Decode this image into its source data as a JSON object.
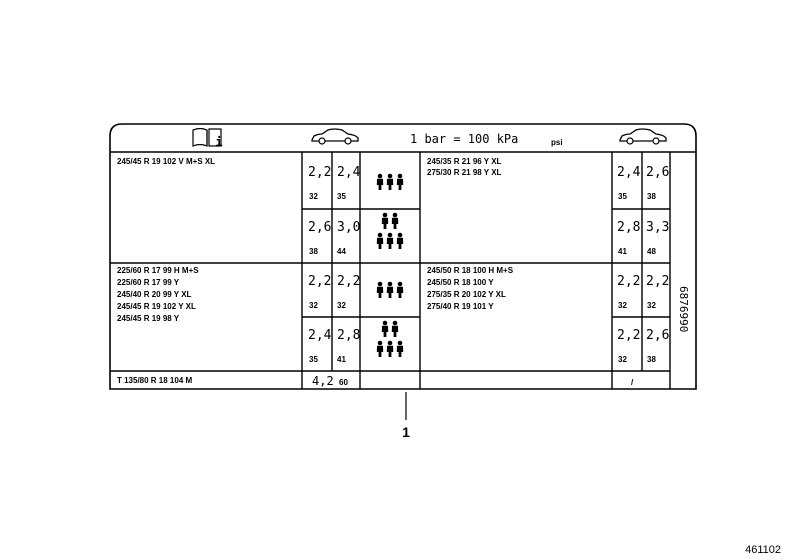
{
  "header": {
    "manual_icon_letter": "i",
    "unit_text": "1 bar = 100 kPa",
    "psi_label": "psi",
    "car_icon": "car-icon",
    "book_icon": "manual-book-icon"
  },
  "rows": [
    {
      "left_tires": [
        "245/45 R 19 102 V M+S XL"
      ],
      "left_pressures": [
        {
          "front": "2,2",
          "rear": "2,4",
          "front_psi": "32",
          "rear_psi": "35"
        },
        {
          "front": "2,6",
          "rear": "3,0",
          "front_psi": "38",
          "rear_psi": "44"
        }
      ],
      "right_tires": [
        "245/35 R 21 96 Y XL",
        "275/30 R 21 98 Y XL"
      ],
      "right_pressures": [
        {
          "front": "2,4",
          "rear": "2,6",
          "front_psi": "35",
          "rear_psi": "38"
        },
        {
          "front": "2,8",
          "rear": "3,3",
          "front_psi": "41",
          "rear_psi": "48"
        }
      ]
    },
    {
      "left_tires": [
        "225/60 R 17 99 H M+S",
        "225/60 R 17 99 Y",
        "245/40 R 20 99 Y XL",
        "245/45 R 19 102 Y XL",
        "245/45 R 19 98 Y"
      ],
      "left_pressures": [
        {
          "front": "2,2",
          "rear": "2,2",
          "front_psi": "32",
          "rear_psi": "32"
        },
        {
          "front": "2,4",
          "rear": "2,8",
          "front_psi": "35",
          "rear_psi": "41"
        }
      ],
      "right_tires": [
        "245/50 R 18 100 H M+S",
        "245/50 R 18 100 Y",
        "275/35 R 20 102 Y XL",
        "275/40 R 19 101 Y"
      ],
      "right_pressures": [
        {
          "front": "2,2",
          "rear": "2,2",
          "front_psi": "32",
          "rear_psi": "32"
        },
        {
          "front": "2,2",
          "rear": "2,6",
          "front_psi": "32",
          "rear_psi": "38"
        }
      ]
    }
  ],
  "spare": {
    "tire": "T 135/80 R 18 104 M",
    "pressure": "4,2",
    "psi": "60",
    "right_mark": "/"
  },
  "load_icons": [
    "three-persons-icon",
    "five-persons-icon"
  ],
  "vertical_number": "6876990",
  "callout_number": "1",
  "part_number": "461102"
}
